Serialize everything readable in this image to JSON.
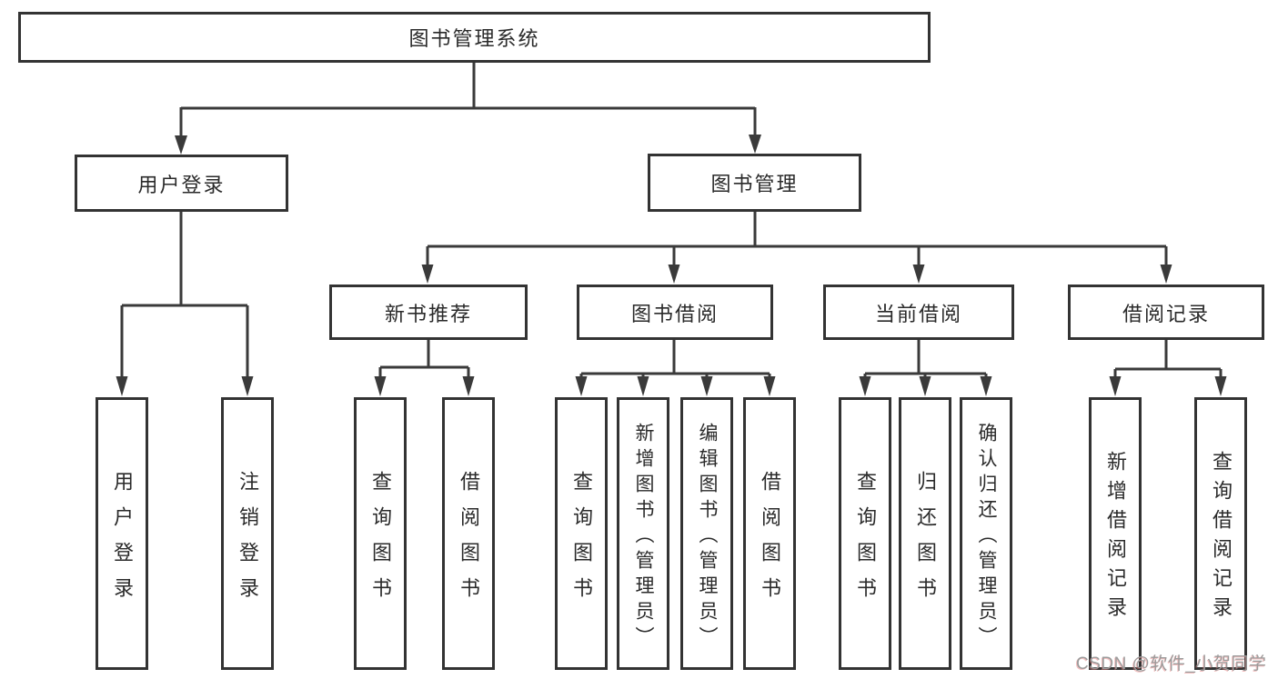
{
  "diagram": {
    "title": "图书管理系统",
    "level2": [
      "用户登录",
      "图书管理"
    ],
    "level3": [
      "新书推荐",
      "图书借阅",
      "当前借阅",
      "借阅记录"
    ],
    "leaf_groups": [
      {
        "parent": "用户登录",
        "items": [
          "用户登录",
          "注销登录"
        ]
      },
      {
        "parent": "新书推荐",
        "items": [
          "查询图书",
          "借阅图书"
        ]
      },
      {
        "parent": "图书借阅",
        "items": [
          "查询图书",
          "新增图书（管理员）",
          "编辑图书（管理员）",
          "借阅图书"
        ]
      },
      {
        "parent": "当前借阅",
        "items": [
          "查询图书",
          "归还图书",
          "确认归还（管理员）"
        ]
      },
      {
        "parent": "借阅记录",
        "items": [
          "新增借阅记录",
          "查询借阅记录"
        ]
      }
    ]
  },
  "watermark": "CSDN @软件_小贺同学",
  "colors": {
    "line": "#3a3a3a",
    "border": "#333333",
    "text": "#2a2a2a",
    "background": "#ffffff",
    "watermark": "#9b9b9b"
  }
}
